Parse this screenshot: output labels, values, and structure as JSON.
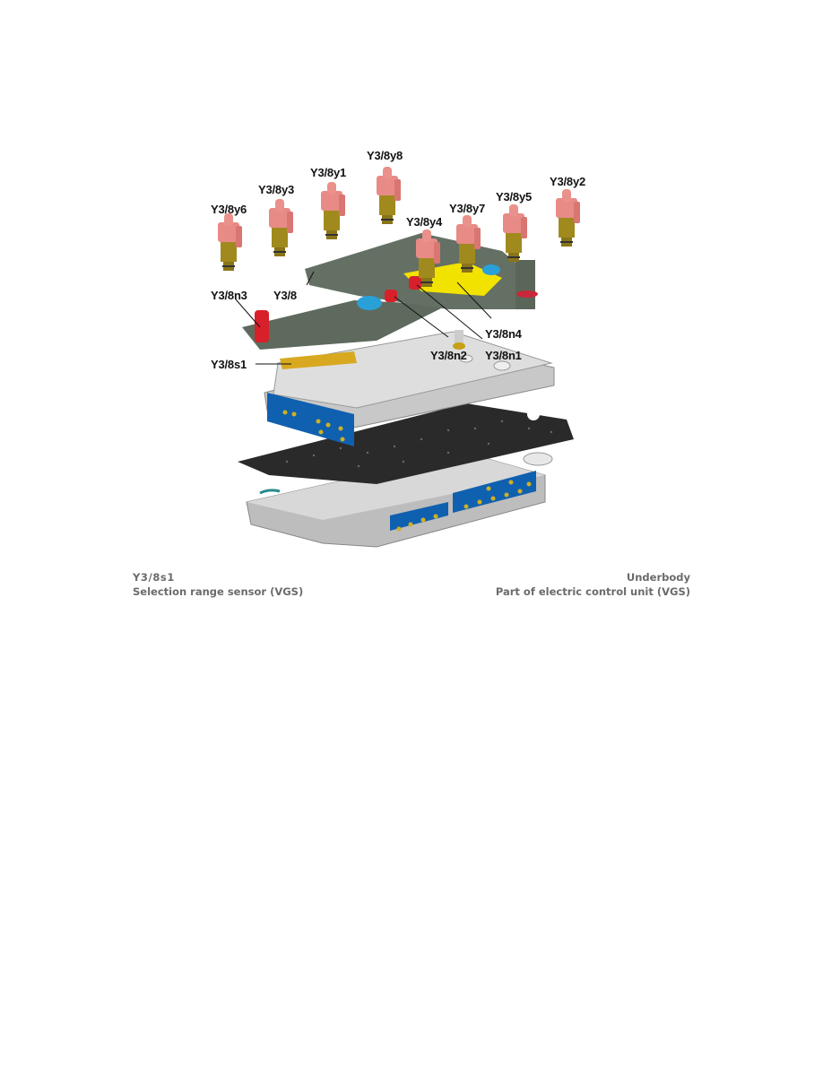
{
  "figure": {
    "description": "Exploded view of electric control unit (VGS) with solenoid valves and valve body",
    "callouts": {
      "y3_8y8": "Y3/8y8",
      "y3_8y1": "Y3/8y1",
      "y3_8y3": "Y3/8y3",
      "y3_8y6": "Y3/8y6",
      "y3_8y2": "Y3/8y2",
      "y3_8y5": "Y3/8y5",
      "y3_8y7": "Y3/8y7",
      "y3_8y4": "Y3/8y4",
      "y3_8": "Y3/8",
      "y3_8n3": "Y3/8n3",
      "y3_8n4": "Y3/8n4",
      "y3_8n1": "Y3/8n1",
      "y3_8n2": "Y3/8n2",
      "y3_8s1": "Y3/8s1"
    },
    "colors": {
      "solenoid_cap": "#e88a86",
      "solenoid_body": "#a08a1e",
      "carrier": "#5e6a5e",
      "sensor_red": "#d8202a",
      "conductor_yellow": "#f2e200",
      "connector_blue": "#2aa0d8",
      "valve_body": "#c8c8c8",
      "blue_plate": "#1060b0",
      "gasket": "#2a2a2a",
      "range_sensor_gold": "#d8a820"
    }
  },
  "caption": {
    "left": {
      "code": "Y3/8s1",
      "text": "Selection range sensor (VGS)"
    },
    "right": {
      "location": "Underbody",
      "text": "Part of electric control unit (VGS)"
    }
  }
}
